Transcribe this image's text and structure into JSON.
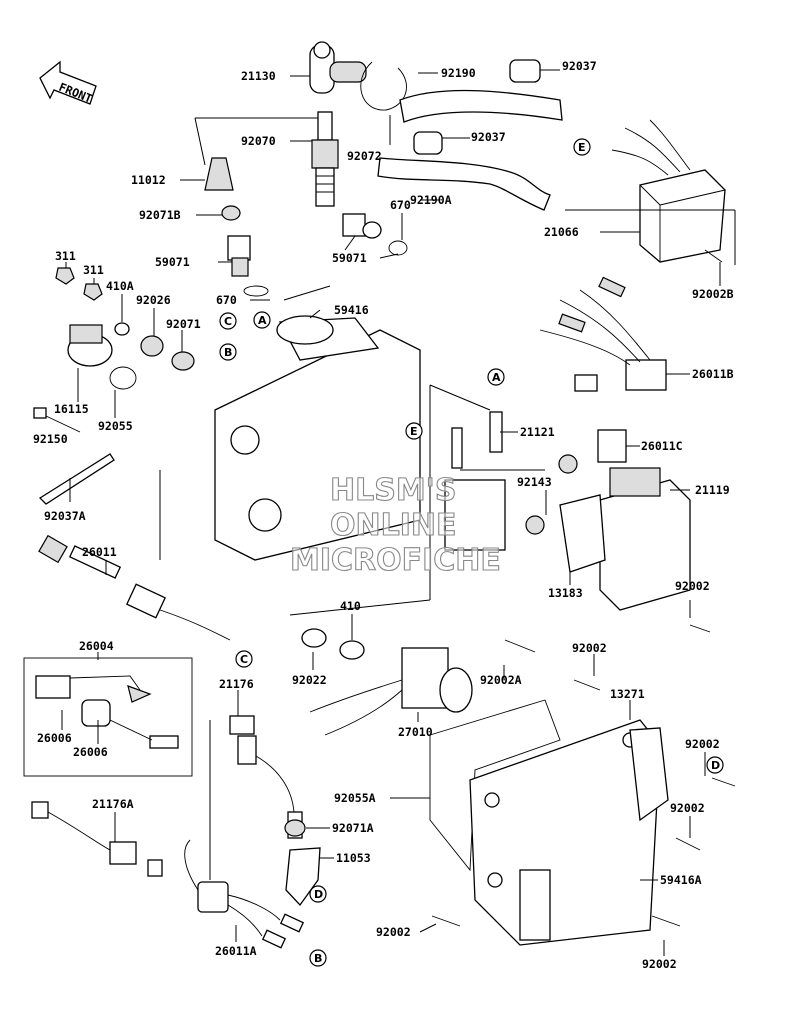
{
  "front_arrow": {
    "label": "FRONT"
  },
  "watermark": [
    "HLSM'S",
    "ONLINE",
    "MICROFICHE"
  ],
  "parts": [
    {
      "id": "p21130",
      "label": "21130"
    },
    {
      "id": "p92190",
      "label": "92190"
    },
    {
      "id": "p92037_top",
      "label": "92037"
    },
    {
      "id": "p92070",
      "label": "92070"
    },
    {
      "id": "p92072",
      "label": "92072"
    },
    {
      "id": "p92037_mid",
      "label": "92037"
    },
    {
      "id": "p11012",
      "label": "11012"
    },
    {
      "id": "p92071B",
      "label": "92071B"
    },
    {
      "id": "p670_top",
      "label": "670"
    },
    {
      "id": "p92190A",
      "label": "92190A"
    },
    {
      "id": "p21066",
      "label": "21066"
    },
    {
      "id": "p59071_left",
      "label": "59071"
    },
    {
      "id": "p59071_mid",
      "label": "59071"
    },
    {
      "id": "p92002B",
      "label": "92002B"
    },
    {
      "id": "p311_a",
      "label": "311"
    },
    {
      "id": "p311_b",
      "label": "311"
    },
    {
      "id": "p410A",
      "label": "410A"
    },
    {
      "id": "p92026",
      "label": "92026"
    },
    {
      "id": "p670_mid",
      "label": "670"
    },
    {
      "id": "p59416",
      "label": "59416"
    },
    {
      "id": "p92071",
      "label": "92071"
    },
    {
      "id": "p26011B",
      "label": "26011B"
    },
    {
      "id": "p16115",
      "label": "16115"
    },
    {
      "id": "p92055",
      "label": "92055"
    },
    {
      "id": "p92150",
      "label": "92150"
    },
    {
      "id": "p21121",
      "label": "21121"
    },
    {
      "id": "p26011C",
      "label": "26011C"
    },
    {
      "id": "p92143",
      "label": "92143"
    },
    {
      "id": "p21119",
      "label": "21119"
    },
    {
      "id": "p92037A",
      "label": "92037A"
    },
    {
      "id": "p26011",
      "label": "26011"
    },
    {
      "id": "p92002_r1",
      "label": "92002"
    },
    {
      "id": "p13183",
      "label": "13183"
    },
    {
      "id": "p410",
      "label": "410"
    },
    {
      "id": "p26004",
      "label": "26004"
    },
    {
      "id": "p92022",
      "label": "92022"
    },
    {
      "id": "p92002A",
      "label": "92002A"
    },
    {
      "id": "p92002_c",
      "label": "92002"
    },
    {
      "id": "p21176",
      "label": "21176"
    },
    {
      "id": "p13271",
      "label": "13271"
    },
    {
      "id": "p26006_a",
      "label": "26006"
    },
    {
      "id": "p26006_b",
      "label": "26006"
    },
    {
      "id": "p27010",
      "label": "27010"
    },
    {
      "id": "p92002_r2",
      "label": "92002"
    },
    {
      "id": "p21176A",
      "label": "21176A"
    },
    {
      "id": "p92055A",
      "label": "92055A"
    },
    {
      "id": "p92002_r3",
      "label": "92002"
    },
    {
      "id": "p92071A",
      "label": "92071A"
    },
    {
      "id": "p11053",
      "label": "11053"
    },
    {
      "id": "p59416A",
      "label": "59416A"
    },
    {
      "id": "p92002_bl",
      "label": "92002"
    },
    {
      "id": "p26011A",
      "label": "26011A"
    },
    {
      "id": "p92002_br",
      "label": "92002"
    }
  ],
  "refs": [
    {
      "id": "rA1",
      "label": "A"
    },
    {
      "id": "rA2",
      "label": "A"
    },
    {
      "id": "rB1",
      "label": "B"
    },
    {
      "id": "rB2",
      "label": "B"
    },
    {
      "id": "rC1",
      "label": "C"
    },
    {
      "id": "rC2",
      "label": "C"
    },
    {
      "id": "rD1",
      "label": "D"
    },
    {
      "id": "rD2",
      "label": "D"
    },
    {
      "id": "rE1",
      "label": "E"
    },
    {
      "id": "rE2",
      "label": "E"
    }
  ]
}
